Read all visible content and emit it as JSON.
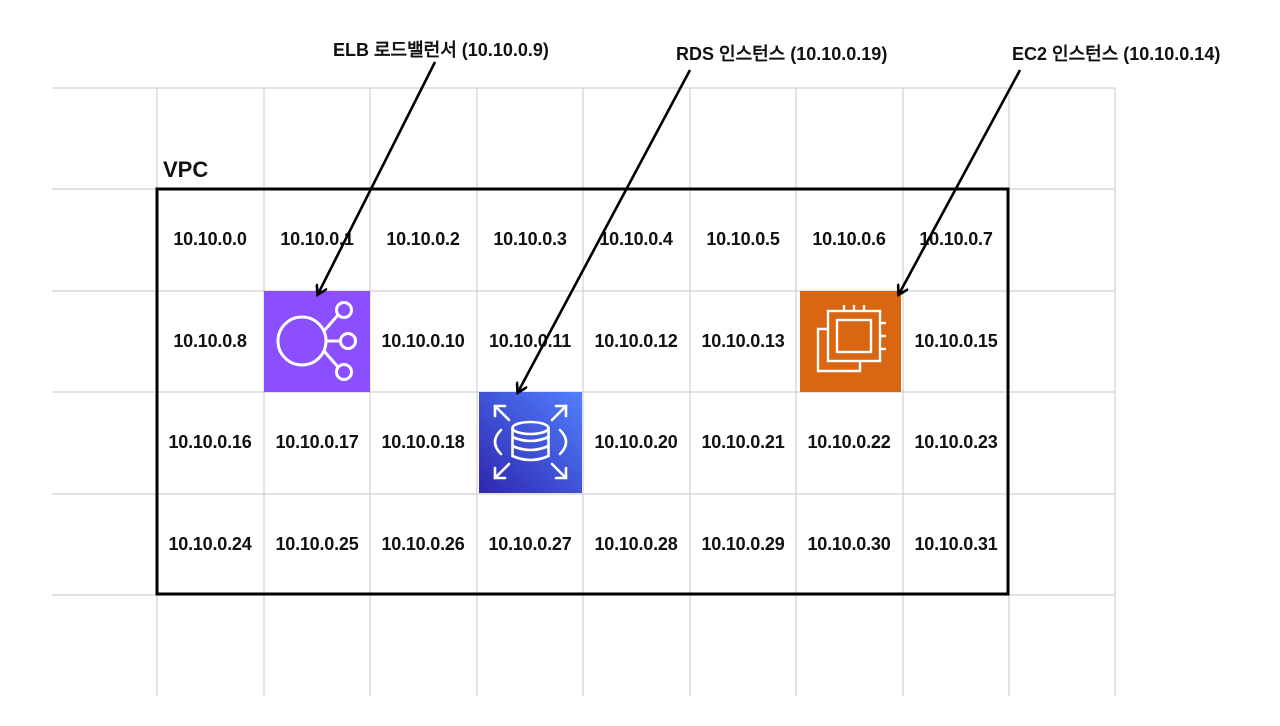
{
  "vpc_label": "VPC",
  "cells": [
    "10.10.0.0",
    "10.10.0.1",
    "10.10.0.2",
    "10.10.0.3",
    "10.10.0.4",
    "10.10.0.5",
    "10.10.0.6",
    "10.10.0.7",
    "10.10.0.8",
    "",
    "10.10.0.10",
    "10.10.0.11",
    "10.10.0.12",
    "10.10.0.13",
    "",
    "10.10.0.15",
    "10.10.0.16",
    "10.10.0.17",
    "10.10.0.18",
    "",
    "10.10.0.20",
    "10.10.0.21",
    "10.10.0.22",
    "10.10.0.23",
    "10.10.0.24",
    "10.10.0.25",
    "10.10.0.26",
    "10.10.0.27",
    "10.10.0.28",
    "10.10.0.29",
    "10.10.0.30",
    "10.10.0.31"
  ],
  "callouts": {
    "elb": "ELB 로드밸런서 (10.10.0.9)",
    "rds": "RDS 인스턴스 (10.10.0.19)",
    "ec2": "EC2 인스턴스 (10.10.0.14)"
  },
  "icons": {
    "elb": "load-balancer-icon",
    "rds": "database-icon",
    "ec2": "compute-chip-icon"
  },
  "colors": {
    "elb": "#8C4FFF",
    "rds": "#3B48CC",
    "ec2": "#D86613",
    "grid": "#d0d0d0",
    "vpc_border": "#000000"
  }
}
